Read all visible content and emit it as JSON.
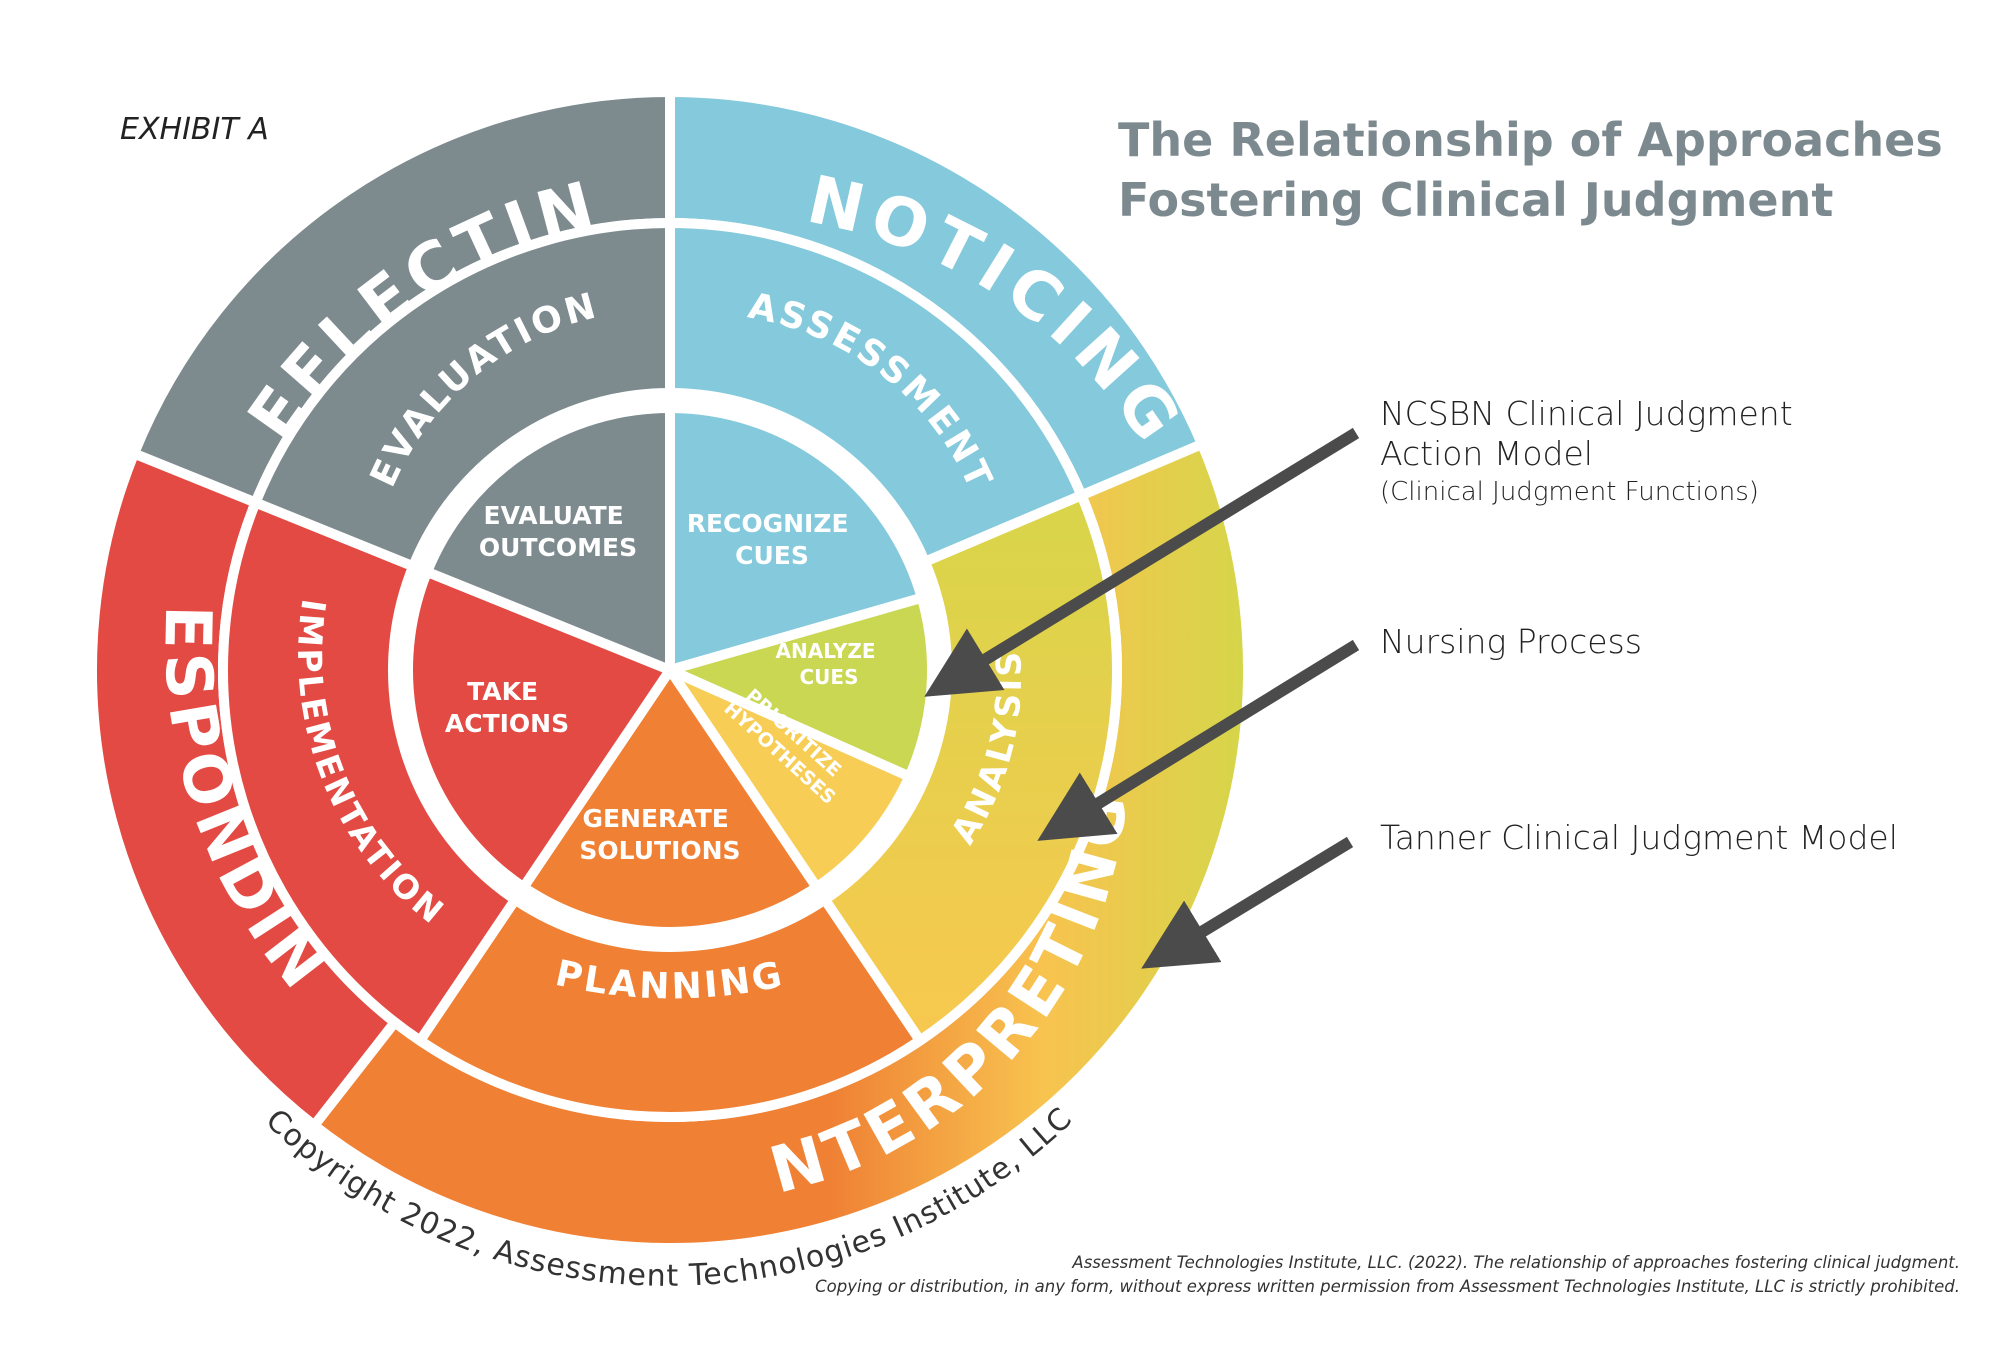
{
  "exhibit_label": "EXHIBIT A",
  "title": {
    "line1": "The Relationship of Approaches",
    "line2": "Fostering Clinical Judgment"
  },
  "outer_ring": {
    "noticing": "NOTICING",
    "interpreting": "INTERPRETING",
    "responding": "RESPONDING",
    "reflecting": "REFLECTING"
  },
  "middle_ring": {
    "assessment": "ASSESSMENT",
    "analysis": "ANALYSIS",
    "planning": "PLANNING",
    "implementation": "IMPLEMENTATION",
    "evaluation": "EVALUATION"
  },
  "inner_circle": {
    "recognize_cues": [
      "RECOGNIZE",
      "CUES"
    ],
    "analyze_cues": [
      "ANALYZE",
      "CUES"
    ],
    "prioritize_hypotheses": [
      "PRIORITIZE",
      "HYPOTHESES"
    ],
    "generate_solutions": [
      "GENERATE",
      "SOLUTIONS"
    ],
    "take_actions": [
      "TAKE",
      "ACTIONS"
    ],
    "evaluate_outcomes": [
      "EVALUATE",
      "OUTCOMES"
    ]
  },
  "copyright": "Copyright 2022, Assessment Technologies Institute, LLC",
  "legend": {
    "ncsbn_line1": "NCSBN Clinical Judgment",
    "ncsbn_line2": "Action Model",
    "ncsbn_sub": "(Clinical Judgment Functions)",
    "nursing_process": "Nursing Process",
    "tanner": "Tanner Clinical Judgment Model"
  },
  "citation": {
    "line1": "Assessment Technologies Institute, LLC. (2022). The relationship of approaches fostering clinical judgment.",
    "line2": "Copying or distribution, in any form,  without express written permission from Assessment Technologies Institute, LLC is strictly prohibited."
  },
  "colors": {
    "gray": "#7d8a8e",
    "blue": "#84cadc",
    "yellow": "#d5d64a",
    "yellow_light": "#f7cd55",
    "lime": "#c9d752",
    "orange": "#ef8034",
    "red": "#e34a43",
    "arrow": "#4b4b4b",
    "title": "#7c8a8f"
  }
}
